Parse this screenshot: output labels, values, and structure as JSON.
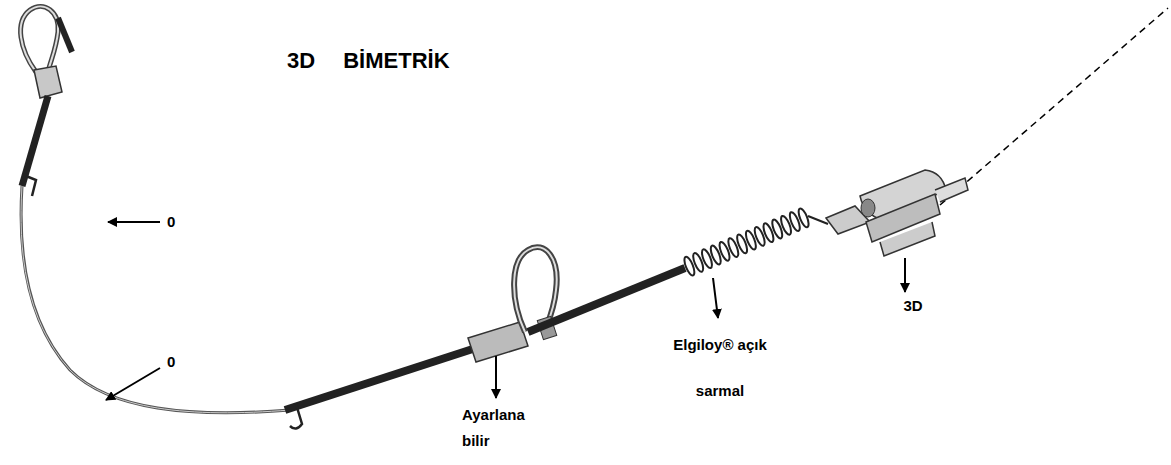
{
  "diagram": {
    "title": "3D BİMETRİK",
    "labels": [
      "0",
      "0",
      "Ayarlana bilir",
      "Elgiloy® açık sarmal",
      "3D"
    ]
  }
}
